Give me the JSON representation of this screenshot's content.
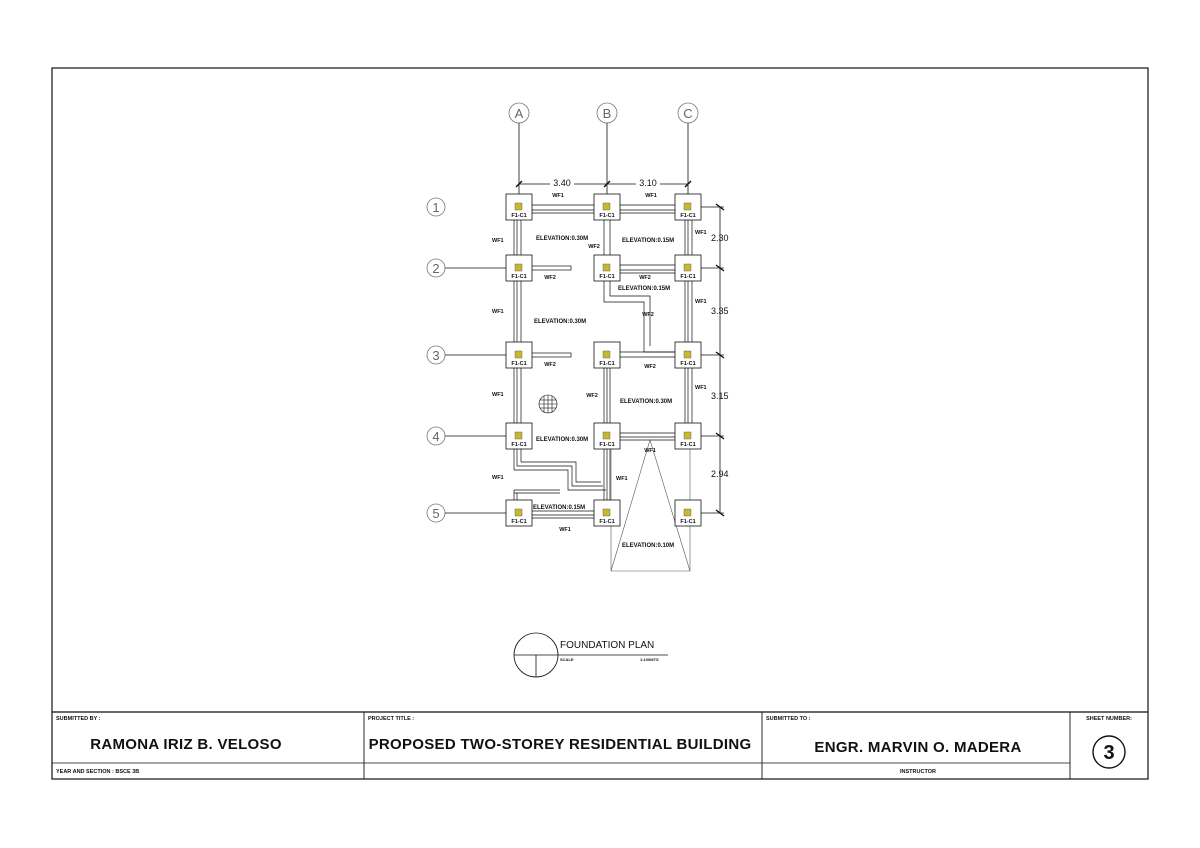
{
  "drawing": {
    "grid_columns": [
      "A",
      "B",
      "C"
    ],
    "grid_rows": [
      "1",
      "2",
      "3",
      "4",
      "5"
    ],
    "horizontal_dimensions": [
      "3.40",
      "3.10"
    ],
    "vertical_dimensions": [
      "2.30",
      "3.35",
      "3.15",
      "2.94"
    ],
    "footing_label": "F1-C1",
    "wall_footing_labels": {
      "wf1": "WF1",
      "wf2": "WF2"
    },
    "elevations": {
      "e030": "ELEVATION:0.30M",
      "e015": "ELEVATION:0.15M",
      "e010": "ELEVATION:0.10M"
    },
    "plan_title": "FOUNDATION PLAN",
    "scale_label": "SCALE",
    "scale_value": "1:100MTS"
  },
  "title_block": {
    "submitted_by_label": "SUBMITTED BY :",
    "submitted_by_name": "RAMONA IRIZ B. VELOSO",
    "year_section_label": "YEAR AND SECTION : BSCE 3B",
    "project_title_label": "PROJECT TITLE :",
    "project_title": "PROPOSED TWO-STOREY RESIDENTIAL BUILDING",
    "submitted_to_label": "SUBMITTED TO :",
    "submitted_to_name": "ENGR. MARVIN O. MADERA",
    "instructor_label": "INSTRUCTOR",
    "sheet_number_label": "SHEET NUMBER:",
    "sheet_number": "3"
  },
  "colors": {
    "line": "#111111",
    "grid_line": "#555555",
    "column_fill": "#c8b830",
    "bubble": "#777777"
  }
}
